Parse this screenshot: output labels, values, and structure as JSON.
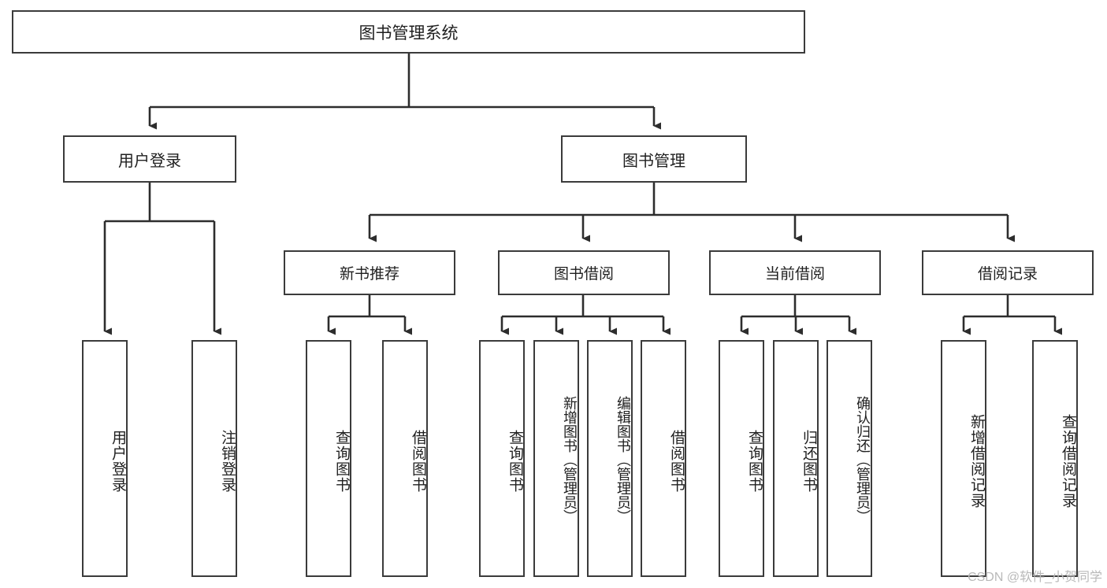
{
  "diagram": {
    "title": "图书管理系统",
    "type": "hierarchy-tree",
    "watermark": "CSDN @软件_小贺同学",
    "colors": {
      "box_border": "#3b3b3b",
      "box_fill": "#ffffff",
      "connector": "#2d2d2d",
      "text": "#1f1f1f",
      "watermark": "#b9b9b9",
      "background": "#ffffff"
    }
  },
  "nodes": {
    "root": {
      "label": "图书管理系统"
    },
    "level2": [
      {
        "id": "user-login",
        "label": "用户登录"
      },
      {
        "id": "book-management",
        "label": "图书管理"
      }
    ],
    "level3": [
      {
        "id": "new-book-recommend",
        "label": "新书推荐"
      },
      {
        "id": "book-borrow",
        "label": "图书借阅"
      },
      {
        "id": "current-borrow",
        "label": "当前借阅"
      },
      {
        "id": "borrow-record",
        "label": "借阅记录"
      }
    ],
    "leaves": {
      "user_login": [
        {
          "id": "leaf-user-login",
          "label": "用户登录"
        },
        {
          "id": "leaf-logout-login",
          "label": "注销登录"
        }
      ],
      "new_book_recommend": [
        {
          "id": "leaf-query-book-1",
          "label": "查询图书"
        },
        {
          "id": "leaf-borrow-book-1",
          "label": "借阅图书"
        }
      ],
      "book_borrow": [
        {
          "id": "leaf-query-book-2",
          "label": "查询图书"
        },
        {
          "id": "leaf-add-book",
          "label": "新增图书（管理员）"
        },
        {
          "id": "leaf-edit-book",
          "label": "编辑图书（管理员）"
        },
        {
          "id": "leaf-borrow-book-2",
          "label": "借阅图书"
        }
      ],
      "current_borrow": [
        {
          "id": "leaf-query-book-3",
          "label": "查询图书"
        },
        {
          "id": "leaf-return-book",
          "label": "归还图书"
        },
        {
          "id": "leaf-confirm-return",
          "label": "确认归还（管理员）"
        }
      ],
      "borrow_record": [
        {
          "id": "leaf-add-borrow-record",
          "label": "新增借阅记录"
        },
        {
          "id": "leaf-query-borrow-record",
          "label": "查询借阅记录"
        }
      ]
    }
  }
}
